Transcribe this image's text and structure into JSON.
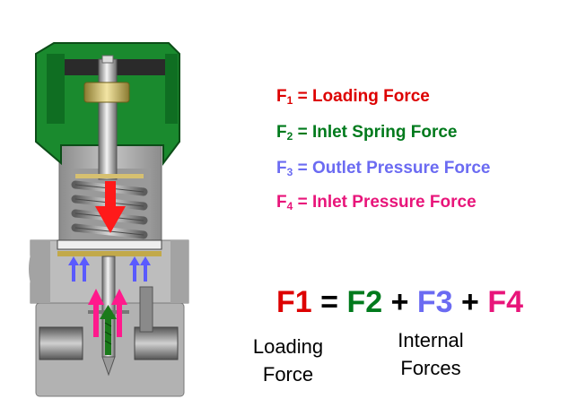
{
  "colors": {
    "red": "#dd0000",
    "green": "#007a1c",
    "blue": "#6b6bf2",
    "magenta": "#e8157a",
    "bonnet_green": "#1a8a2e",
    "body_gray": "#a8a8a8"
  },
  "legend": [
    {
      "base": "F",
      "sub": "1",
      "text": " = Loading Force"
    },
    {
      "base": "F",
      "sub": "2",
      "text": " = Inlet Spring Force"
    },
    {
      "base": "F",
      "sub": "3",
      "text": " = Outlet Pressure Force"
    },
    {
      "base": "F",
      "sub": "4",
      "text": " = Inlet Pressure Force"
    }
  ],
  "equation": {
    "f1": "F1",
    "eq": " = ",
    "f2": "F2",
    "plus1": " + ",
    "f3": "F3",
    "plus2": " + ",
    "f4": "F4"
  },
  "captions": {
    "loading_line1": "Loading",
    "loading_line2": "Force",
    "internal_line1": "Internal",
    "internal_line2": "Forces"
  },
  "arrows": {
    "loading": "red down arrow",
    "inlet_spring": "green up arrow",
    "outlet_pressure": "blue up arrows",
    "inlet_pressure": "magenta up arrows"
  }
}
